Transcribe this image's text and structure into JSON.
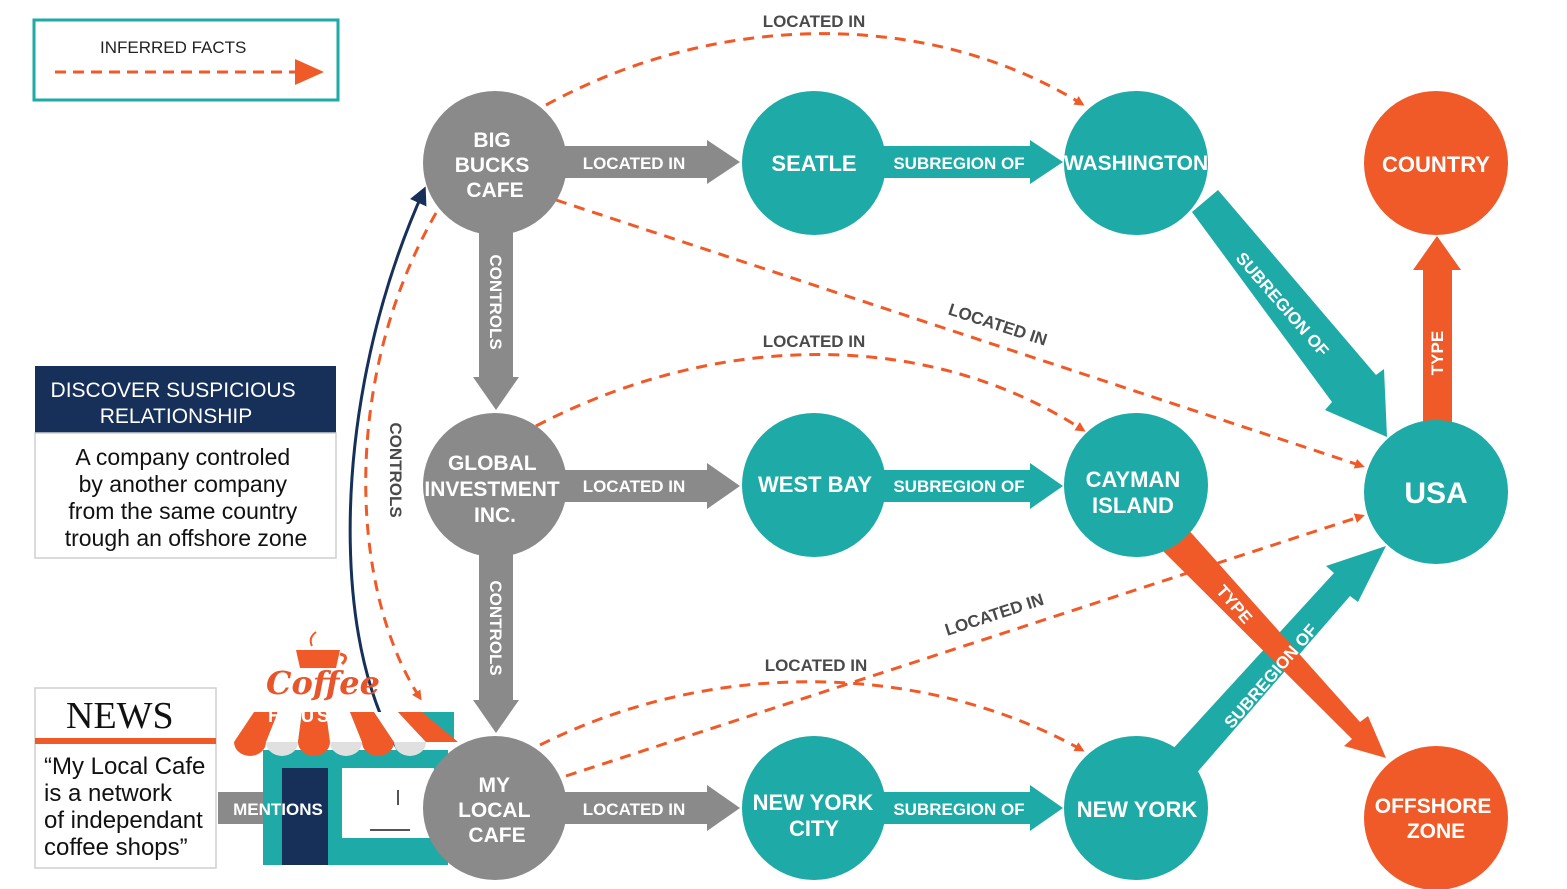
{
  "legend": {
    "label": "INFERRED FACTS"
  },
  "callout": {
    "title_lines": [
      "DISCOVER SUSPICIOUS",
      "RELATIONSHIP"
    ],
    "body_lines": [
      "A company controled",
      "by another company",
      "from the same country",
      "trough an offshore zone"
    ]
  },
  "news": {
    "title": "NEWS",
    "body_lines": [
      "“My Local Cafe",
      "is a network",
      "of independant",
      "coffee shops”"
    ]
  },
  "logo": {
    "main": "Coffee",
    "sub": "HOUSE"
  },
  "nodes": {
    "big_bucks": {
      "lines": [
        "BIG",
        "BUCKS",
        "CAFE"
      ]
    },
    "global_inv": {
      "lines": [
        "GLOBAL",
        "INVESTMENT",
        "INC."
      ]
    },
    "my_local": {
      "lines": [
        "MY",
        "LOCAL",
        "CAFE"
      ]
    },
    "seatle": {
      "lines": [
        "SEATLE"
      ]
    },
    "west_bay": {
      "lines": [
        "WEST BAY"
      ]
    },
    "nyc": {
      "lines": [
        "NEW YORK",
        "CITY"
      ]
    },
    "washington": {
      "lines": [
        "WASHINGTON"
      ]
    },
    "cayman": {
      "lines": [
        "CAYMAN",
        "ISLAND"
      ]
    },
    "new_york": {
      "lines": [
        "NEW YORK"
      ]
    },
    "country": {
      "lines": [
        "COUNTRY"
      ]
    },
    "usa": {
      "lines": [
        "USA"
      ]
    },
    "offshore": {
      "lines": [
        "OFFSHORE",
        "ZONE"
      ]
    }
  },
  "edges": {
    "located_in": "LOCATED IN",
    "subregion_of": "SUBREGION OF",
    "controls": "CONTROLS",
    "type": "TYPE",
    "mentions": "MENTIONS"
  },
  "colors": {
    "company": "#8a8a8a",
    "location": "#1eaaa6",
    "class": "#f05a28",
    "inferred": "#f05a28",
    "navy": "#16305a",
    "legend_border": "#1eaaa6"
  }
}
